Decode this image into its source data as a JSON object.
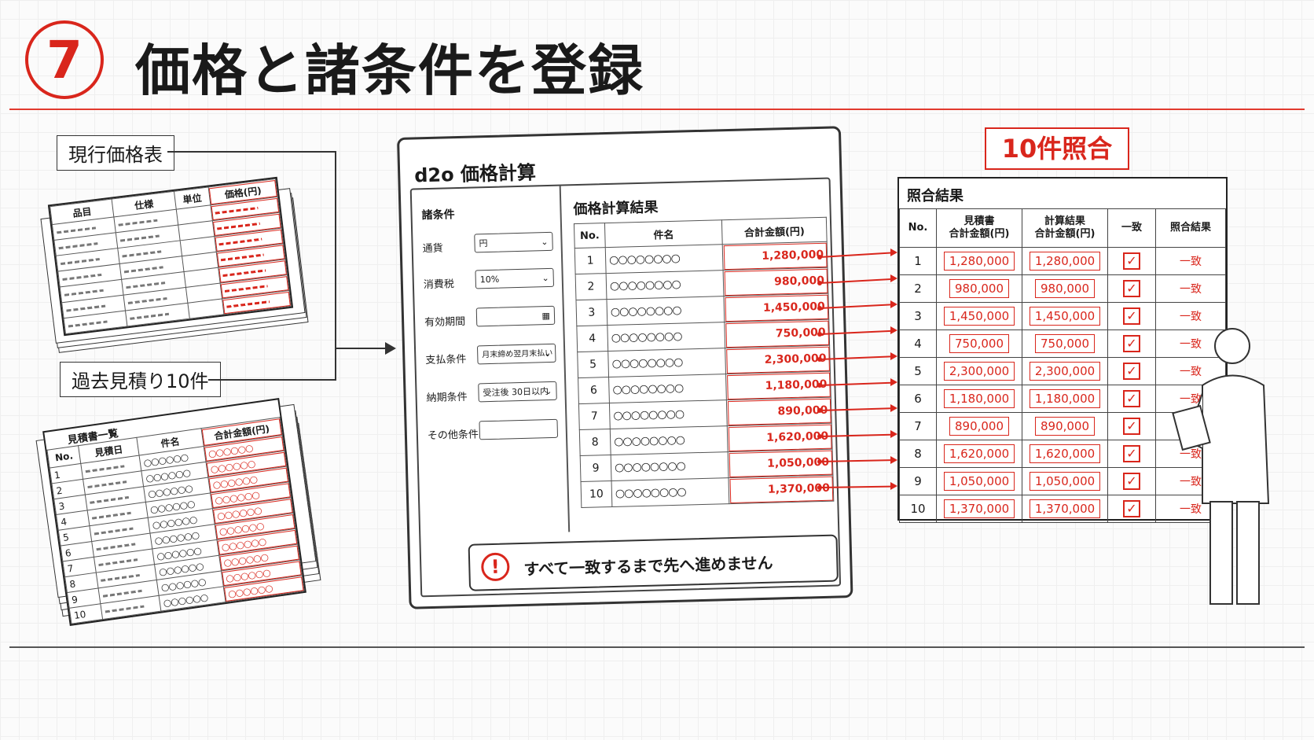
{
  "header": {
    "step_number": "7",
    "title": "価格と諸条件を登録"
  },
  "price_list_stack": {
    "label": "現行価格表",
    "columns": [
      "品目",
      "仕様",
      "単位",
      "価格(円)"
    ],
    "row_count": 7
  },
  "past_quotes_stack": {
    "label": "過去見積り10件",
    "sheet_title": "見積書一覧",
    "columns": [
      "No.",
      "見積日",
      "件名",
      "合計金額(円)"
    ],
    "rows": [
      "1",
      "2",
      "3",
      "4",
      "5",
      "6",
      "7",
      "8",
      "9",
      "10"
    ],
    "item_placeholder": "○○○○○○",
    "amount_placeholder": "○○○○○○"
  },
  "app": {
    "title": "d2o 価格計算",
    "conditions": {
      "heading": "諸条件",
      "currency_label": "通貨",
      "currency_value": "円",
      "tax_label": "消費税",
      "tax_value": "10%",
      "valid_label": "有効期間",
      "payment_label": "支払条件",
      "payment_value": "月末締め翌月末払い",
      "delivery_label": "納期条件",
      "delivery_value": "受注後 30日以内",
      "other_label": "その他条件"
    },
    "results": {
      "heading": "価格計算結果",
      "columns": [
        "No.",
        "件名",
        "合計金額(円)"
      ],
      "rows": [
        {
          "no": "1",
          "name": "○○○○○○○○",
          "amount": "1,280,000"
        },
        {
          "no": "2",
          "name": "○○○○○○○○",
          "amount": "980,000"
        },
        {
          "no": "3",
          "name": "○○○○○○○○",
          "amount": "1,450,000"
        },
        {
          "no": "4",
          "name": "○○○○○○○○",
          "amount": "750,000"
        },
        {
          "no": "5",
          "name": "○○○○○○○○",
          "amount": "2,300,000"
        },
        {
          "no": "6",
          "name": "○○○○○○○○",
          "amount": "1,180,000"
        },
        {
          "no": "7",
          "name": "○○○○○○○○",
          "amount": "890,000"
        },
        {
          "no": "8",
          "name": "○○○○○○○○",
          "amount": "1,620,000"
        },
        {
          "no": "9",
          "name": "○○○○○○○○",
          "amount": "1,050,000"
        },
        {
          "no": "10",
          "name": "○○○○○○○○",
          "amount": "1,370,000"
        }
      ]
    },
    "warning": "すべて一致するまで先へ進めません",
    "warning_icon": "!"
  },
  "verification": {
    "badge": "10件照合",
    "title": "照合結果",
    "columns": [
      "No.",
      "見積書\n合計金額(円)",
      "計算結果\n合計金額(円)",
      "一致",
      "照合結果"
    ],
    "rows": [
      {
        "no": "1",
        "quote": "1,280,000",
        "calc": "1,280,000",
        "check": "✓",
        "result": "一致"
      },
      {
        "no": "2",
        "quote": "980,000",
        "calc": "980,000",
        "check": "✓",
        "result": "一致"
      },
      {
        "no": "3",
        "quote": "1,450,000",
        "calc": "1,450,000",
        "check": "✓",
        "result": "一致"
      },
      {
        "no": "4",
        "quote": "750,000",
        "calc": "750,000",
        "check": "✓",
        "result": "一致"
      },
      {
        "no": "5",
        "quote": "2,300,000",
        "calc": "2,300,000",
        "check": "✓",
        "result": "一致"
      },
      {
        "no": "6",
        "quote": "1,180,000",
        "calc": "1,180,000",
        "check": "✓",
        "result": "一致"
      },
      {
        "no": "7",
        "quote": "890,000",
        "calc": "890,000",
        "check": "✓",
        "result": "一致"
      },
      {
        "no": "8",
        "quote": "1,620,000",
        "calc": "1,620,000",
        "check": "✓",
        "result": "一致"
      },
      {
        "no": "9",
        "quote": "1,050,000",
        "calc": "1,050,000",
        "check": "✓",
        "result": "一致"
      },
      {
        "no": "10",
        "quote": "1,370,000",
        "calc": "1,370,000",
        "check": "✓",
        "result": "一致"
      }
    ]
  },
  "colors": {
    "accent_red": "#d9261c",
    "ink": "#1a1a1a"
  }
}
